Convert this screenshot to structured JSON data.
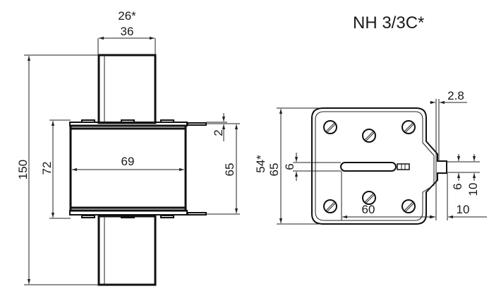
{
  "title": "NH 3/3C*",
  "side_view": {
    "width_alt": "26*",
    "width": "36",
    "total_length": "150",
    "body_height": "72",
    "body_width": "69",
    "inner_height": "65",
    "plate_thickness": "2"
  },
  "end_view": {
    "height": "65",
    "height_alt": "54*",
    "slot_width": "6",
    "slot_length": "60",
    "tab_thickness": "2.8",
    "tab_width": "6",
    "tab_outer": "10",
    "tab_length": "10"
  }
}
